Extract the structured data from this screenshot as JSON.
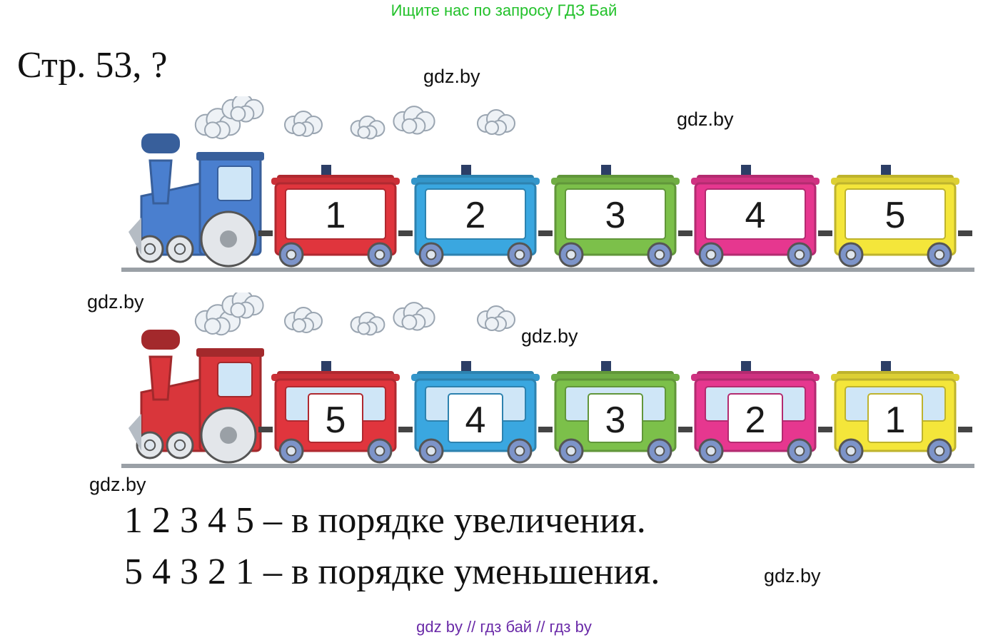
{
  "banner": "Ищите нас по запросу ГДЗ Бай",
  "page_ref": "Стр. 53, ?",
  "watermarks": [
    "gdz.by",
    "gdz.by",
    "gdz.by",
    "gdz.by",
    "gdz.by",
    "gdz.by"
  ],
  "train_top": {
    "engine_color": "#4a7fcf",
    "wagons": [
      {
        "number": "1",
        "color": "#e0353d"
      },
      {
        "number": "2",
        "color": "#3aa7e0"
      },
      {
        "number": "3",
        "color": "#7cc04a"
      },
      {
        "number": "4",
        "color": "#e6378f"
      },
      {
        "number": "5",
        "color": "#f4e63a"
      }
    ]
  },
  "train_bottom": {
    "engine_color": "#d9363b",
    "wagons": [
      {
        "number": "5",
        "color": "#e0353d"
      },
      {
        "number": "4",
        "color": "#3aa7e0"
      },
      {
        "number": "3",
        "color": "#7cc04a"
      },
      {
        "number": "2",
        "color": "#e6378f"
      },
      {
        "number": "1",
        "color": "#f4e63a"
      }
    ]
  },
  "answers": [
    "1 2 3 4 5 – в порядке увеличения.",
    "5 4 3 2 1 – в порядке уменьшения."
  ],
  "footer": "gdz by  //  гдз бай  //  гдз by"
}
